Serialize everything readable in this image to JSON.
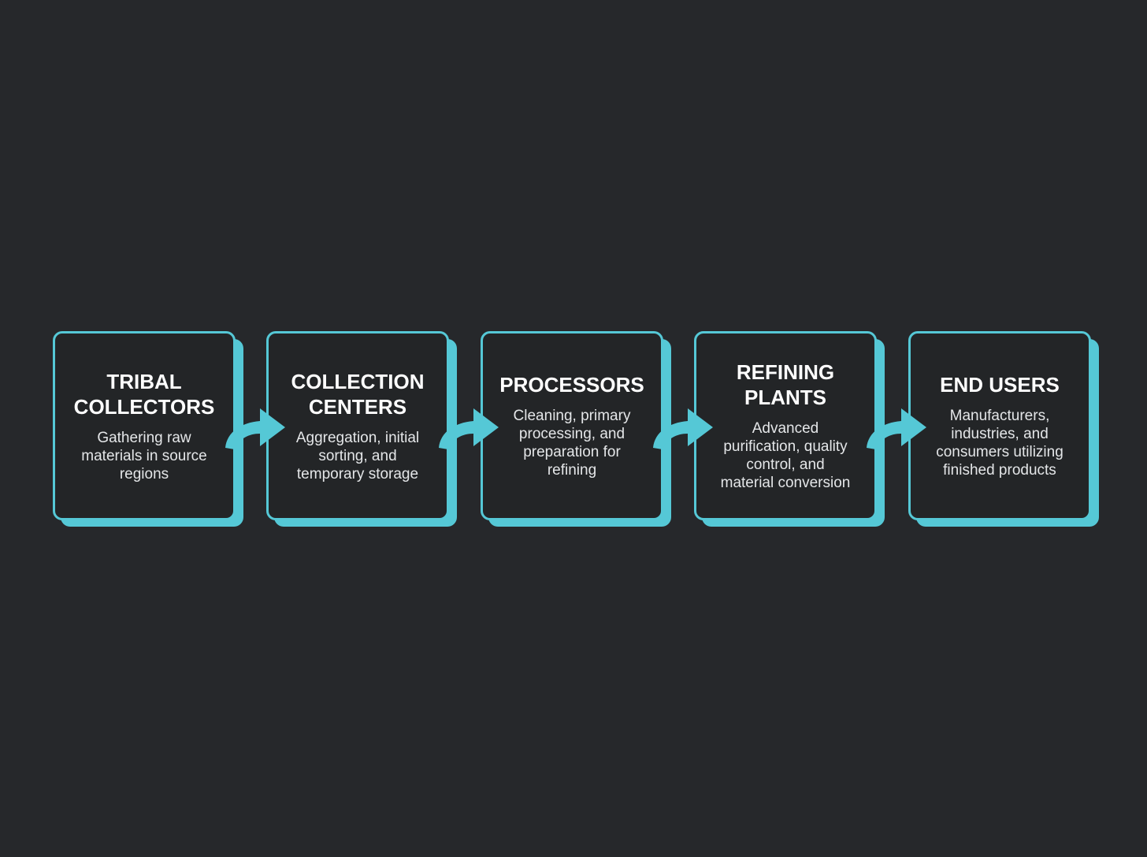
{
  "colors": {
    "background": "#26282b",
    "card_fill": "#232527",
    "accent": "#55c8d6",
    "title_text": "#ffffff",
    "body_text": "#e4e6e8"
  },
  "stages": [
    {
      "title": "TRIBAL\nCOLLECTORS",
      "description": "Gathering raw\nmaterials in source\nregions"
    },
    {
      "title": "COLLECTION\nCENTERS",
      "description": "Aggregation, initial\nsorting, and\ntemporary storage"
    },
    {
      "title": "PROCESSORS",
      "description": "Cleaning, primary\nprocessing, and\npreparation for\nrefining"
    },
    {
      "title": "REFINING\nPLANTS",
      "description": "Advanced\npurification, quality\ncontrol, and\nmaterial conversion"
    },
    {
      "title": "END USERS",
      "description": "Manufacturers,\nindustries, and\nconsumers utilizing\nfinished products"
    }
  ],
  "connectors": [
    {
      "from": 0,
      "to": 1,
      "icon": "curved-arrow-right-icon"
    },
    {
      "from": 1,
      "to": 2,
      "icon": "curved-arrow-right-icon"
    },
    {
      "from": 2,
      "to": 3,
      "icon": "curved-arrow-right-icon"
    },
    {
      "from": 3,
      "to": 4,
      "icon": "curved-arrow-right-icon"
    }
  ]
}
